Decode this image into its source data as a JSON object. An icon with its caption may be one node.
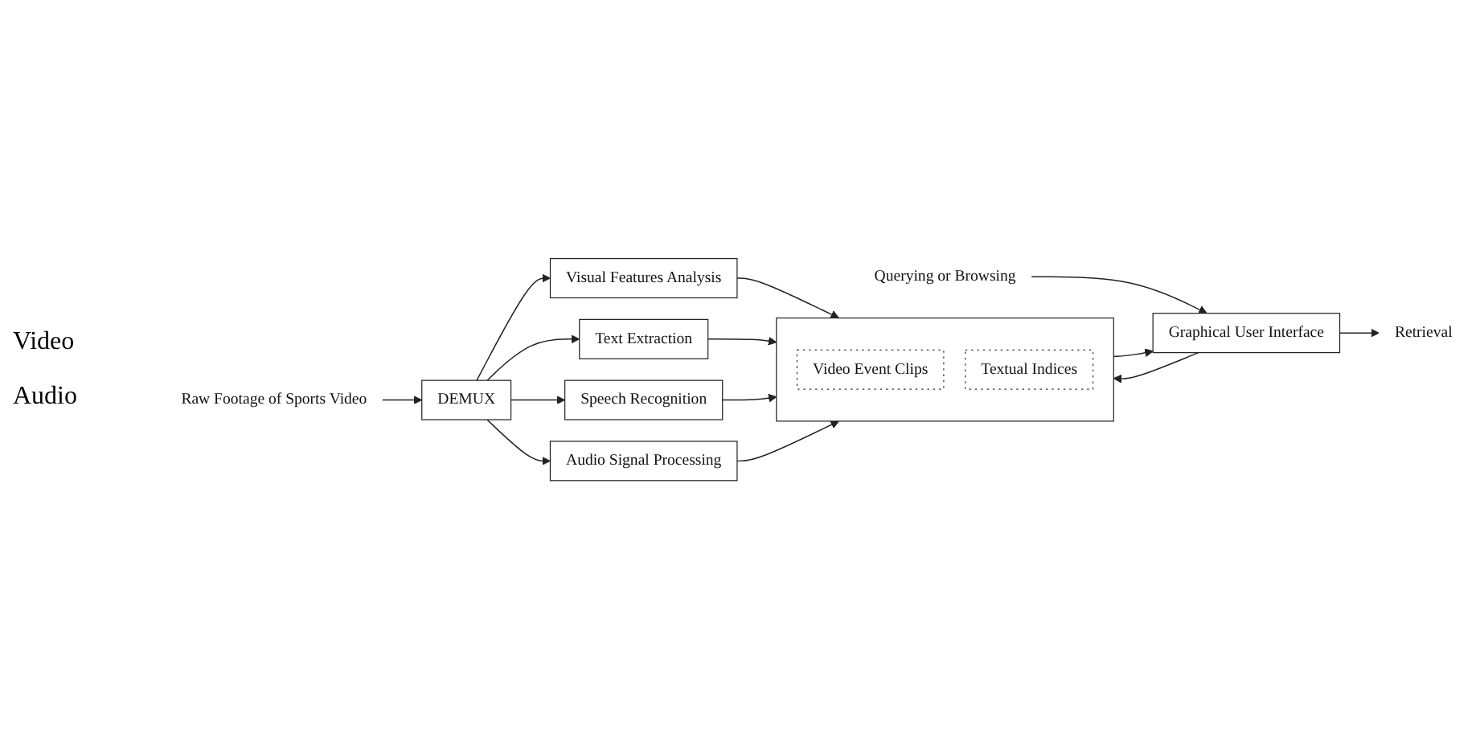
{
  "diagram": {
    "nodes": [
      {
        "text": [
          "Raw Footage of Sports Video"
        ]
      },
      {
        "text": [
          "DEMUX"
        ]
      },
      {
        "text": [
          "Visual Features Analysis"
        ]
      },
      {
        "text": [
          "Text Extraction"
        ]
      },
      {
        "text": [
          "Speech Recognition"
        ]
      },
      {
        "text": [
          "Audio Signal Processing"
        ]
      },
      {
        "text": [],
        "shape": "box"
      },
      {
        "text": [
          "Video Event Clips"
        ],
        "in": 6
      },
      {
        "text": [
          "Textual Indices"
        ],
        "in": 6
      },
      {
        "text": [
          "Graphical User Interface"
        ]
      },
      {
        "text": [
          "Retrieval"
        ]
      },
      {
        "text": [
          "Querying or Browsing"
        ]
      }
    ],
    "edges": [
      {
        "from": 0,
        "to": 1,
        "arrow": "to"
      },
      {
        "from": 1,
        "to": 2,
        "arrow": "to"
      },
      {
        "from": 1,
        "to": 3,
        "arrow": "to"
      },
      {
        "from": 1,
        "to": 4,
        "arrow": "to"
      },
      {
        "from": 1,
        "to": 5,
        "arrow": "to"
      },
      {
        "from": 2,
        "to": 6,
        "arrow": "to"
      },
      {
        "from": 3,
        "to": 6,
        "arrow": "to"
      },
      {
        "from": 4,
        "to": 6,
        "arrow": "to"
      },
      {
        "from": 5,
        "to": 6,
        "arrow": "to"
      },
      {
        "from": 6,
        "to": 9,
        "arrow": "to"
      },
      {
        "from": 9,
        "to": 6,
        "arrow": "to"
      },
      {
        "from": 9,
        "to": 10,
        "arrow": "to"
      },
      {
        "from": 11,
        "to": 9,
        "arrow": "to"
      }
    ],
    "labels": [
      "Video",
      "Audio"
    ]
  }
}
